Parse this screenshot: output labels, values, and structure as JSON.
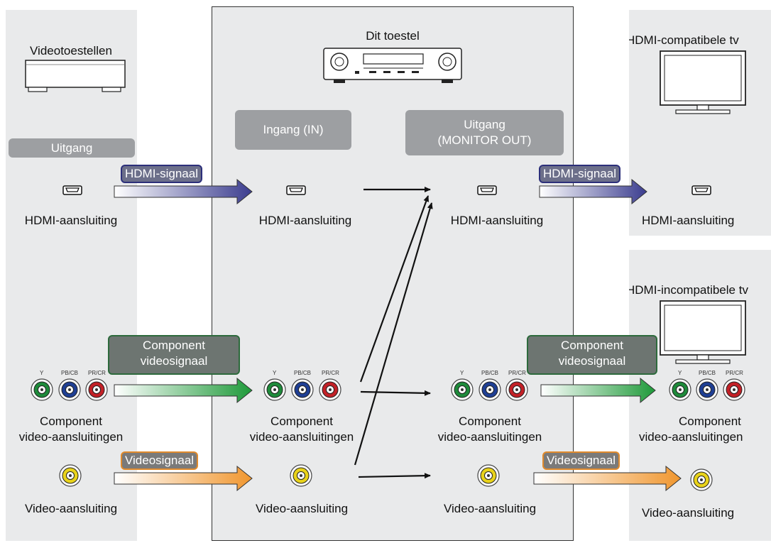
{
  "columns": {
    "source": {
      "title": "Videotoestellen",
      "output_label": "Uitgang",
      "hdmi_connector": "HDMI-aansluiting",
      "component_connector": [
        "Component",
        "video-aansluitingen"
      ],
      "video_connector": "Video-aansluiting"
    },
    "device": {
      "title": "Dit toestel",
      "input_label": "Ingang (IN)",
      "output_label": [
        "Uitgang",
        "(MONITOR OUT)"
      ],
      "in_hdmi": "HDMI-aansluiting",
      "in_component": [
        "Component",
        "video-aansluitingen"
      ],
      "in_video": "Video-aansluiting",
      "out_hdmi": "HDMI-aansluiting",
      "out_component": [
        "Component",
        "video-aansluitingen"
      ],
      "out_video": "Video-aansluiting"
    },
    "tv_hdmi": {
      "title": "HDMI-compatibele tv",
      "hdmi_connector": "HDMI-aansluiting"
    },
    "tv_nonhdmi": {
      "title": "HDMI-incompatibele tv",
      "component_connector": [
        "Component",
        "video-aansluitingen"
      ],
      "video_connector": "Video-aansluiting"
    }
  },
  "signals": {
    "hdmi": "HDMI-signaal",
    "component": [
      "Component",
      "videosignaal"
    ],
    "video": "Videosignaal"
  },
  "jack_labels": [
    "Y",
    "PB/CB",
    "PR/CR"
  ],
  "colors": {
    "panel": "#e9eaeb",
    "label_box": "#9d9fa2",
    "hdmi_arrow": "#3b3d8f",
    "component_arrow": "#1f9a3a",
    "video_arrow": "#f0962e",
    "jack_y": "#1e8a3a",
    "jack_pb": "#1f3f94",
    "jack_pr": "#c22127",
    "jack_video": "#e8d21a"
  }
}
